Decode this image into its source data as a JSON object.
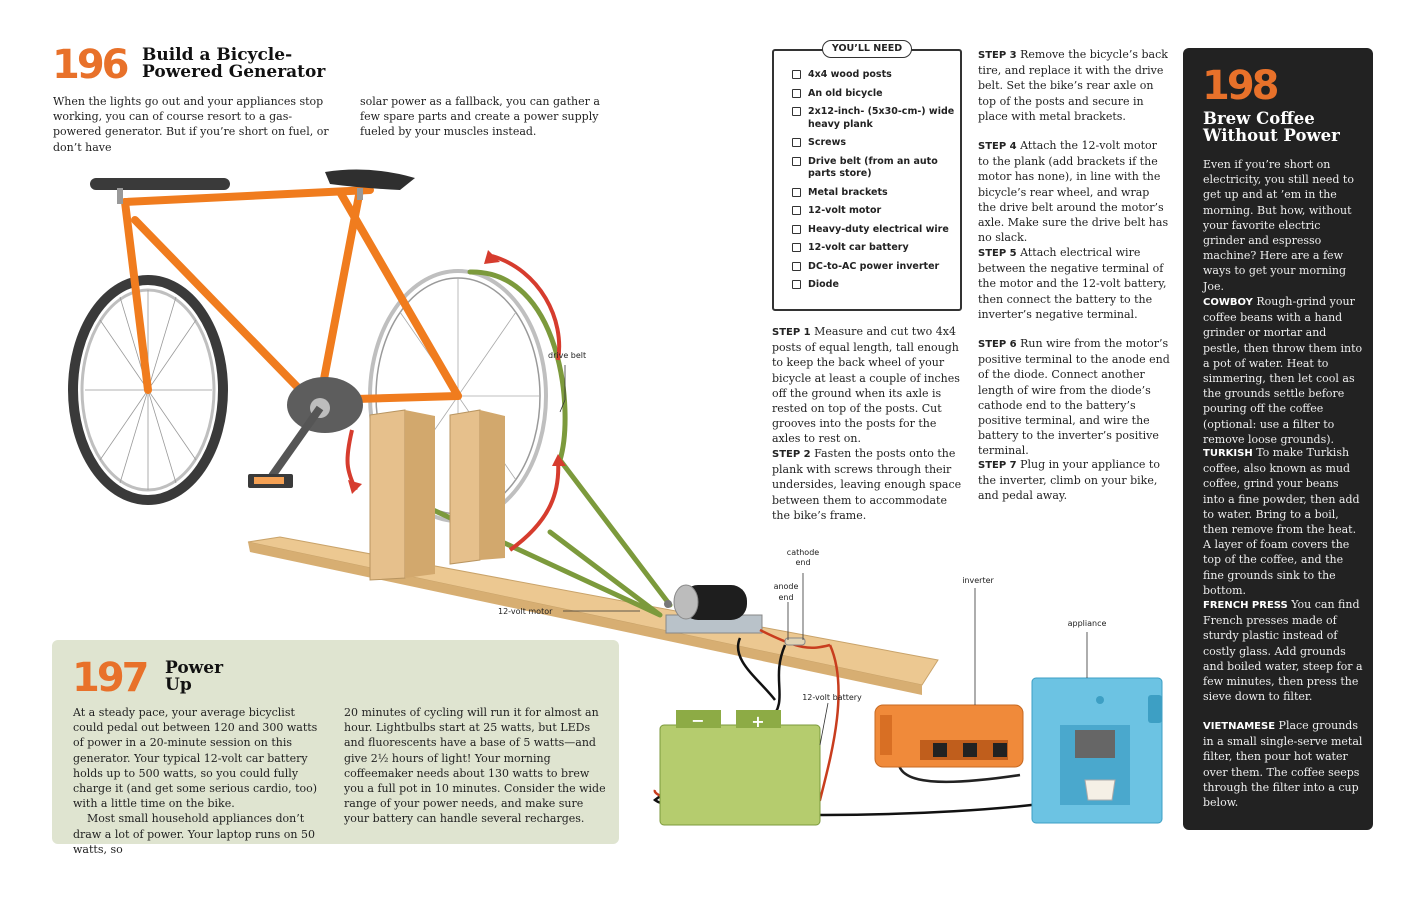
{
  "tip196": {
    "number": "196",
    "title_line1": "Build a Bicycle-",
    "title_line2": "Powered Generator",
    "intro_col1": "When the lights go out and your appliances stop working, you can of course resort to a gas-powered generator. But if you’re short on fuel, or don’t have",
    "intro_col2": "solar power as a fallback, you can gather a few spare parts and create a power supply fueled by your muscles instead."
  },
  "needs": {
    "title": "YOU’LL NEED",
    "items": [
      "4x4 wood posts",
      "An old bicycle",
      "2x12-inch- (5x30-cm-) wide heavy plank",
      "Screws",
      "Drive belt (from an auto parts store)",
      "Metal brackets",
      "12-volt motor",
      "Heavy-duty electrical wire",
      "12-volt car battery",
      "DC-to-AC power inverter",
      "Diode"
    ]
  },
  "steps": [
    {
      "label": "STEP 1",
      "text": "Measure and cut two 4x4 posts of equal length, tall enough to keep the back wheel of your bicycle at least a couple of inches off the ground when its axle is rested on top of the posts. Cut grooves into the posts for the axles to rest on."
    },
    {
      "label": "STEP 2",
      "text": "Fasten the posts onto the plank with screws through their undersides, leaving enough space between them to accommodate the bike’s frame."
    },
    {
      "label": "STEP 3",
      "text": "Remove the bicycle’s back tire, and replace it with the drive belt. Set the bike’s rear axle on top of the posts and secure in place with metal brackets."
    },
    {
      "label": "STEP 4",
      "text": "Attach the 12-volt motor to the plank (add brackets if the motor has none), in line with the bicycle’s rear wheel, and wrap the drive belt around the motor’s axle. Make sure the drive belt has no slack."
    },
    {
      "label": "STEP 5",
      "text": "Attach electrical wire between the negative terminal of the motor and the 12-volt battery, then connect the battery to the inverter’s negative terminal."
    },
    {
      "label": "STEP 6",
      "text": "Run wire from the motor’s positive terminal to the anode end of the diode. Connect another length of wire from the diode’s cathode end to the battery’s positive terminal, and wire the battery to the inverter’s positive terminal."
    },
    {
      "label": "STEP 7",
      "text": "Plug in your appliance to the inverter, climb on your bike, and pedal away."
    }
  ],
  "diagram_labels": {
    "drive_belt": "drive belt",
    "motor": "12-volt motor",
    "cathode_1": "cathode",
    "cathode_2": "end",
    "anode_1": "anode",
    "anode_2": "end",
    "inverter": "inverter",
    "appliance": "appliance",
    "battery": "12-volt battery",
    "minus": "−",
    "plus": "+"
  },
  "tip197": {
    "number": "197",
    "title_line1": "Power",
    "title_line2": "Up",
    "col1_p1": "At a steady pace, your average bicyclist could pedal out between 120 and 300 watts of power in a 20-minute session on this generator. Your typical 12-volt car battery holds up to 500 watts, so you could fully charge it (and get some serious cardio, too) with a little time on the bike.",
    "col1_p2": "Most small household appliances don’t draw a lot of power. Your laptop runs on 50 watts, so",
    "col2": "20 minutes of cycling will run it for almost an hour. Lightbulbs start at 25 watts, but LEDs and fluorescents have a base of 5 watts—and give 2½ hours of light! Your morning coffeemaker needs about 130 watts to brew you a full pot in 10 minutes. Consider the wide range of your power needs, and make sure your battery can handle several recharges."
  },
  "tip198": {
    "number": "198",
    "title_line1": "Brew Coffee",
    "title_line2": "Without Power",
    "intro": "Even if you’re short on electricity, you still need to get up and at ’em in the morning. But how, without your favorite electric grinder and espresso machine? Here are a few ways to get your morning Joe.",
    "methods": [
      {
        "label": "COWBOY",
        "text": "Rough-grind your coffee beans with a hand grinder or mortar and pestle, then throw them into a pot of water. Heat to simmering, then let cool as the grounds settle before pouring off the coffee (optional: use a filter to remove loose grounds)."
      },
      {
        "label": "TURKISH",
        "text": "To make Turkish coffee, also known as mud coffee, grind your beans into a fine powder, then add to water. Bring to a boil, then remove from the heat. A layer of foam covers the top of the coffee, and the fine grounds sink to the bottom."
      },
      {
        "label": "FRENCH PRESS",
        "text": "You can find French presses made of sturdy plastic instead of costly glass. Add grounds and boiled water, steep for a few minutes, then press the sieve down to filter."
      },
      {
        "label": "VIETNAMESE",
        "text": "Place grounds in a small single-serve metal filter, then pour hot water over them. The coffee seeps through the filter into a cup below."
      }
    ]
  },
  "colors": {
    "accent_orange": "#e8712a",
    "panel_dark": "#222222",
    "box_green": "#dfe4d0",
    "bike_orange": "#f07c1e",
    "belt_green": "#7c9a3c",
    "battery_green": "#b5cc6e",
    "appliance_blue": "#6cc3e3"
  }
}
